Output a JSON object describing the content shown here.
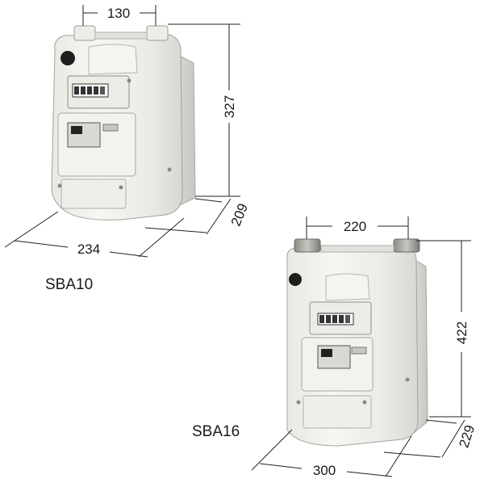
{
  "models": [
    {
      "name": "SBA10",
      "dims": {
        "top_width": "130",
        "height": "327",
        "depth": "209",
        "width": "234"
      }
    },
    {
      "name": "SBA16",
      "dims": {
        "top_width": "220",
        "height": "422",
        "depth": "229",
        "width": "300"
      }
    }
  ],
  "colors": {
    "body": "#f1f0ec",
    "shadow": "#d8d6d0",
    "outline": "#9a9892",
    "line": "#222222"
  }
}
